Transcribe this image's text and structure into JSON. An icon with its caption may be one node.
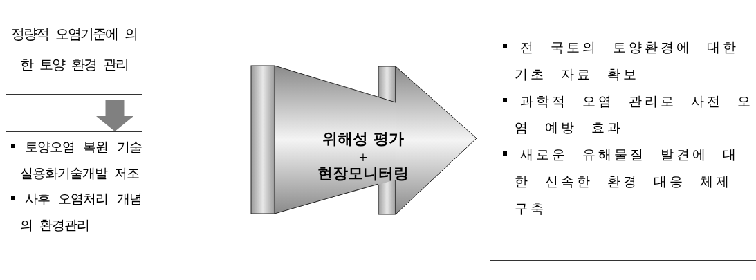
{
  "diagram": {
    "nodes": [
      {
        "text": [
          "정량적 오염기준에 의한 토양 환경 관리"
        ]
      },
      {
        "text": [
          "토양오염 복원 기술 실용화기술개발 저조",
          "사후 오염처리 개념의 환경관리"
        ]
      },
      {
        "text": [
          "위해성 평가",
          "+",
          "현장모니터링"
        ]
      },
      {
        "text": [
          "전 국토의 토양환경에 대한 기초 자료 확보",
          "과학적 오염 관리로 사전 오염 예방 효과",
          "새로운 유해물질 발견에 대한 신속한 환경 대응 체제 구축"
        ]
      }
    ],
    "edges": [
      {
        "from": 0,
        "to": 1,
        "arrow": "to"
      }
    ]
  }
}
